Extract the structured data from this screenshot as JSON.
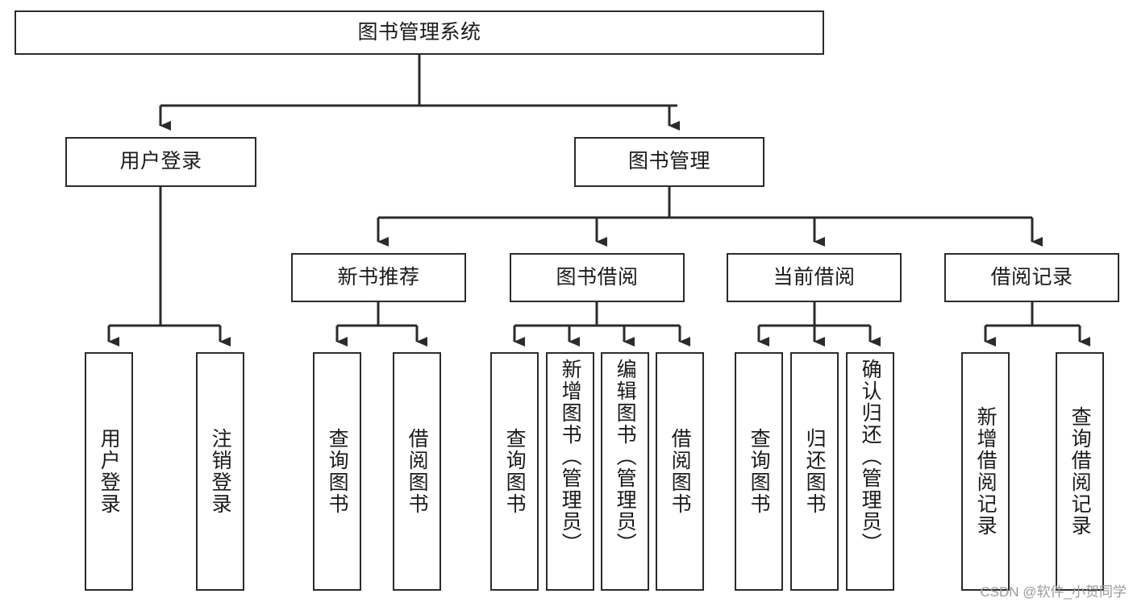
{
  "diagram": {
    "title": "图书管理系统",
    "type": "tree",
    "orientation": "top-down",
    "stroke_color": "#2b2b2b",
    "fill_color": "#ffffff",
    "text_color": "#1a1a1a",
    "root": {
      "label": "图书管理系统"
    },
    "level2": [
      {
        "label": "用户登录"
      },
      {
        "label": "图书管理"
      }
    ],
    "level3": [
      {
        "label": "新书推荐"
      },
      {
        "label": "图书借阅"
      },
      {
        "label": "当前借阅"
      },
      {
        "label": "借阅记录"
      }
    ],
    "leaves": {
      "user_login": [
        {
          "label": "用户登录"
        },
        {
          "label": "注销登录"
        }
      ],
      "new_book_recommend": [
        {
          "label": "查询图书"
        },
        {
          "label": "借阅图书"
        }
      ],
      "book_borrow": [
        {
          "label": "查询图书"
        },
        {
          "label": "新增图书（管理员）"
        },
        {
          "label": "编辑图书（管理员）"
        },
        {
          "label": "借阅图书"
        }
      ],
      "current_borrow": [
        {
          "label": "查询图书"
        },
        {
          "label": "归还图书"
        },
        {
          "label": "确认归还（管理员）"
        }
      ],
      "borrow_record": [
        {
          "label": "新增借阅记录"
        },
        {
          "label": "查询借阅记录"
        }
      ]
    }
  },
  "watermark": {
    "text": "CSDN @软件_小贺同学"
  }
}
